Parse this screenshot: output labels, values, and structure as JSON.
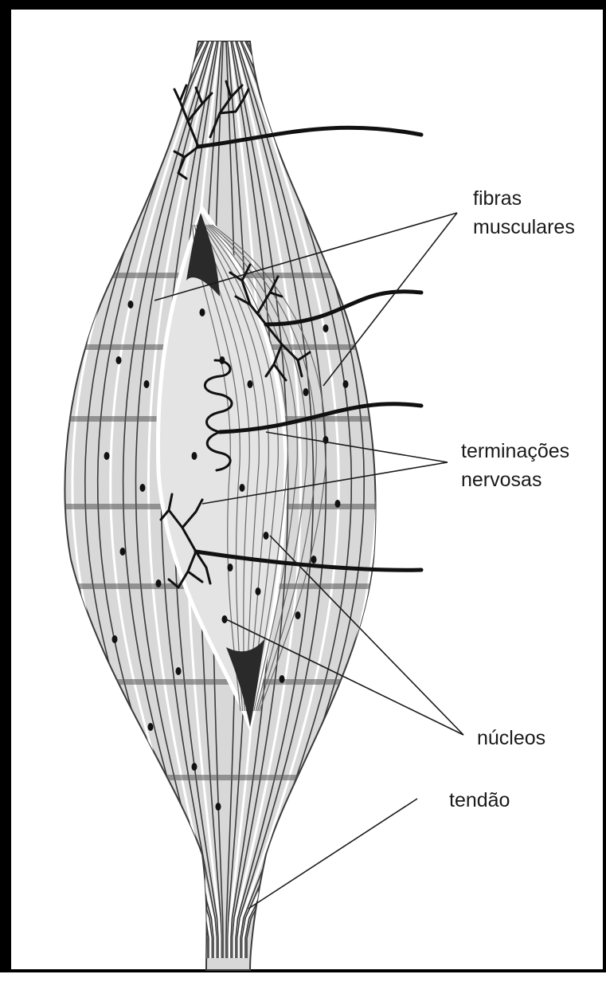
{
  "labels": {
    "fibers": [
      "fibras",
      "musculares"
    ],
    "nerve_endings": [
      "terminações",
      "nervosas"
    ],
    "nuclei": "núcleos",
    "tendon": "tendão"
  },
  "colors": {
    "ink": "#111111",
    "fiber_fill": "#d8d8d8",
    "fiber_stroke": "#3a3a3a",
    "frame": "#000000",
    "background": "#ffffff"
  }
}
